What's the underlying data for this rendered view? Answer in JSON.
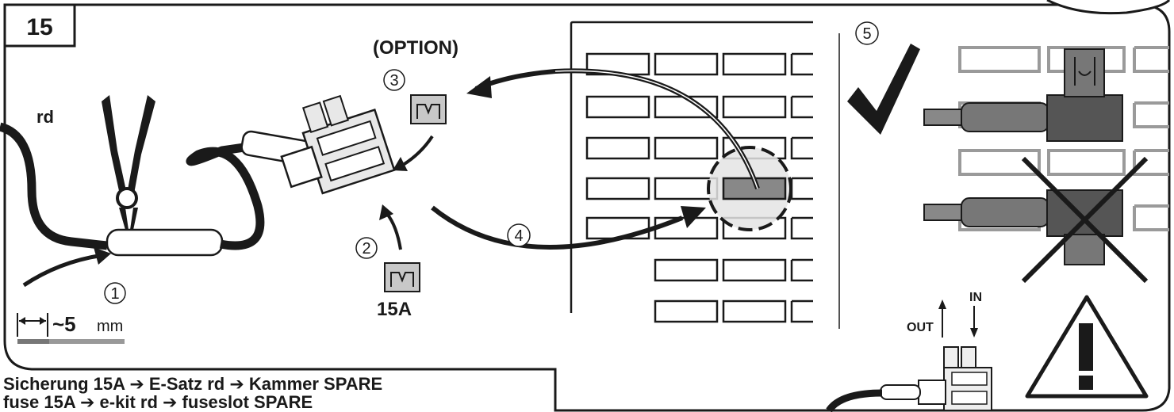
{
  "step_number": "15",
  "labels": {
    "option": "(OPTION)",
    "wire_color": "rd",
    "strip_length_value": "~5",
    "strip_length_unit": "mm",
    "fuse_rating": "15A",
    "in": "IN",
    "out": "OUT",
    "warning_mark": "!"
  },
  "steps": [
    "1",
    "2",
    "3",
    "4",
    "5"
  ],
  "caption": {
    "line_de": "Sicherung 15A ➔ E-Satz rd ➔ Kammer SPARE",
    "line_en": "fuse 15A ➔ e-kit rd ➔ fuseslot SPARE"
  },
  "icons": [
    "pliers-icon",
    "fuse-icon",
    "fuse-tap-icon",
    "checkmark-icon",
    "cross-icon",
    "warning-triangle-icon"
  ],
  "colors": {
    "line": "#1a1a1a",
    "fuse": "#c8c8c8",
    "highlight": "#888888",
    "zoom_fill": "#e4e4e4"
  }
}
